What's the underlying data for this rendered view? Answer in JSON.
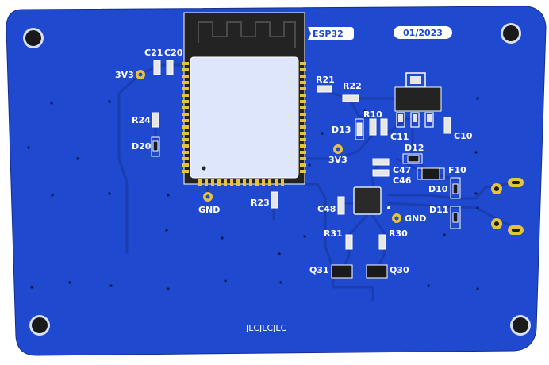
{
  "board": {
    "silkscreen_text": "JLCJLCJLC",
    "module_label": "ESP32",
    "date_label": "01/2023"
  },
  "labels": {
    "c21": "C21",
    "c20": "C20",
    "v3a": "3V3",
    "r24": "R24",
    "d20": "D20",
    "gnd1": "GND",
    "r23": "R23",
    "r21": "R21",
    "r22": "R22",
    "d13": "D13",
    "r10": "R10",
    "c11": "C11",
    "c10": "C10",
    "v3b": "3V3",
    "d12": "D12",
    "c47": "C47",
    "c46": "C46",
    "f10": "F10",
    "d10": "D10",
    "d11": "D11",
    "c48": "C48",
    "gnd2": "GND",
    "r31": "R31",
    "r30": "R30",
    "q31": "Q31",
    "q30": "Q30"
  },
  "colors": {
    "board": "#1f49cf",
    "trace": "#1c3fb6",
    "silkscreen": "#ffffff",
    "pad": "#e6c33a",
    "module_body": "#232323",
    "module_shield": "#dde6fa",
    "mounting_hole": "#1a1a1a"
  }
}
